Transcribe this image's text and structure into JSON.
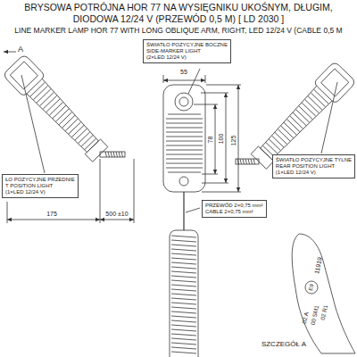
{
  "diagram": {
    "nodes": [
      {
        "text": [
          "ŚWIATŁO POZYCYJNE BOCZNE",
          "SIDE-MARKER LIGHT",
          "(2×LED 12/24 V)"
        ]
      },
      {
        "text": [
          "ŁO POZYCYJNE PRZEDNIE",
          "T POSITION LIGHT",
          "(1×LED 12/24 V)"
        ]
      },
      {
        "text": [
          "ŚWIATŁO POZYCYJNE TYLNE",
          "REAR POSITION LIGHT",
          "(1×LED 12/24 V)"
        ]
      },
      {
        "text": [
          "PRZEWÓD 2×0,75 mm²",
          "CABLE 2×0,75 mm²"
        ]
      }
    ],
    "labels": [
      "BRYSOWA POTRÓJNA HOR 77 NA WYSIĘGNIKU UKOŚNYM, DŁUGIM,",
      "DIODOWA 12/24 V (PRZEWÓD 0,5 M) [ LD 2030 ]",
      "LINE MARKER LAMP HOR 77 WITH LONG OBLIQUE ARM, RIGHT, LED 12/24 V (CABLE 0,5 M",
      "A",
      "55",
      "125",
      "100",
      "78",
      "175",
      "500 ±10",
      "E9",
      "11919",
      "02 A",
      "00 SM1",
      "02 R1",
      "SZCZEGÓŁ A"
    ]
  }
}
